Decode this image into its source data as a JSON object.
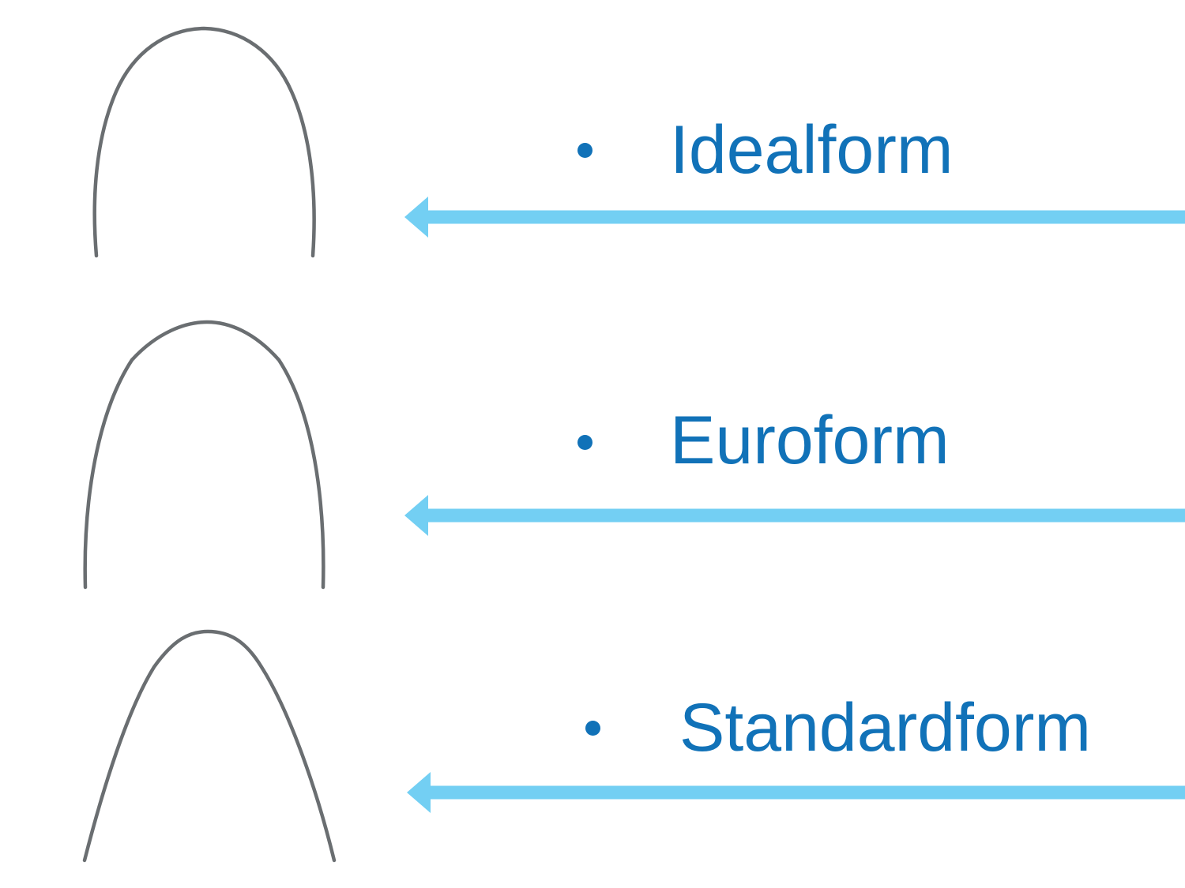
{
  "slide": {
    "background_color": "#FFFFFF",
    "label_color": "#1172B8",
    "arrow_color": "#73CFF3",
    "wire_color": "#6A6E71",
    "rows": [
      {
        "label": "Idealform",
        "figure": "ideal-archwire-shape",
        "bullet_icon": "•",
        "arrow_icon": "left-arrow"
      },
      {
        "label": "Euroform",
        "figure": "euro-archwire-shape",
        "bullet_icon": "•",
        "arrow_icon": "left-arrow"
      },
      {
        "label": "Standardform",
        "figure": "standard-archwire-shape",
        "bullet_icon": "•",
        "arrow_icon": "left-arrow"
      }
    ]
  }
}
